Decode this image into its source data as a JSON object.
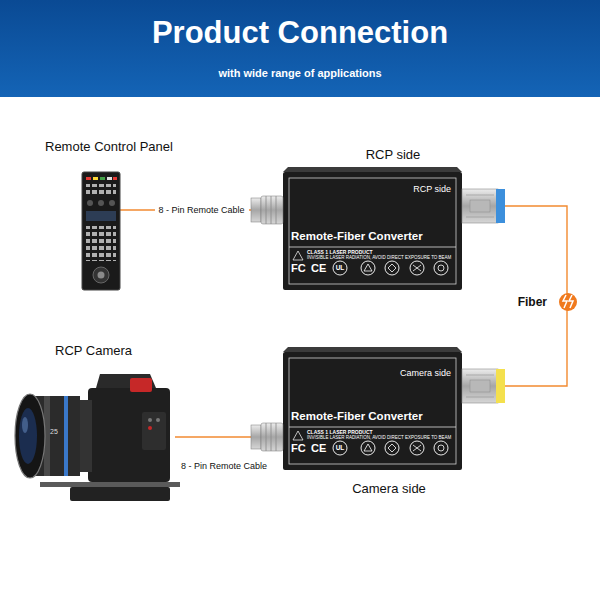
{
  "diagram": {
    "title": "Product Connection",
    "nodes": [
      {
        "text": [
          "Remote Control Panel"
        ]
      },
      {
        "text": [
          "RCP side",
          "RCP side",
          "Remote-Fiber Converter",
          "CLASS 1 LASER PRODUCT",
          "INVISIBLE LASER RADIATION, AVOID DIRECT EXPOSURE TO BEAM",
          "FC",
          "CE",
          "UL"
        ]
      },
      {
        "text": [
          "RCP Camera"
        ]
      },
      {
        "text": [
          "Camera side",
          "Remote-Fiber Converter",
          "CLASS 1 LASER PRODUCT",
          "INVISIBLE LASER RADIATION, AVOID DIRECT EXPOSURE TO BEAM",
          "FC",
          "CE",
          "UL",
          "Camera side"
        ]
      }
    ],
    "edges": [
      {
        "from": 0,
        "to": 1,
        "arrow": "none",
        "label": "8 - Pin Remote Cable"
      },
      {
        "from": 1,
        "to": 3,
        "arrow": "none",
        "label": "Fiber"
      },
      {
        "from": 2,
        "to": 3,
        "arrow": "none",
        "label": "8 - Pin Remote Cable"
      }
    ],
    "labels": [
      "with wide range of applications",
      "25"
    ]
  }
}
